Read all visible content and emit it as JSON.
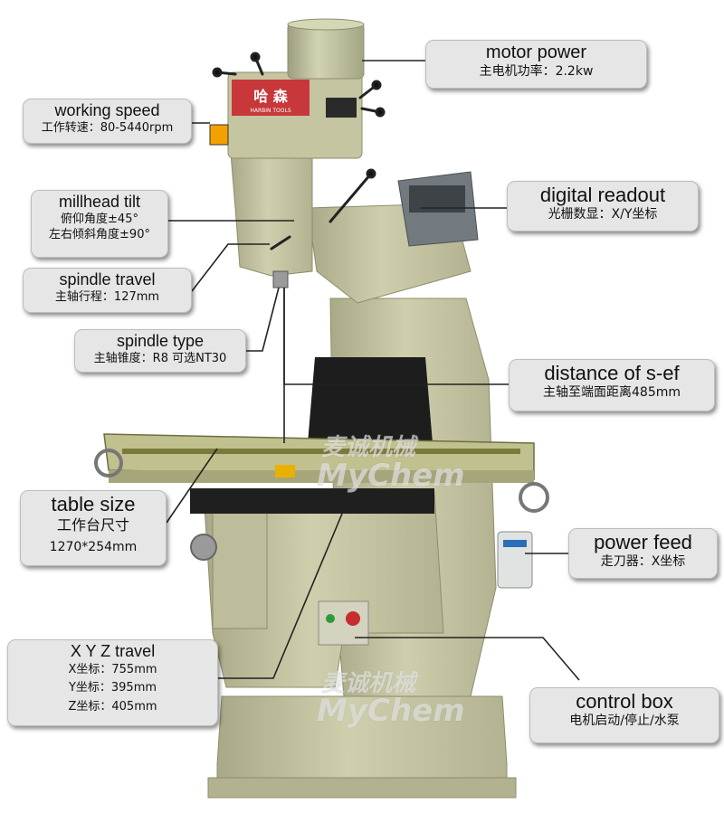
{
  "callouts": {
    "motor_power": {
      "title": "motor power",
      "sub": "主电机功率：2.2kw"
    },
    "working_speed": {
      "title": "working speed",
      "sub": "工作转速：80-5440rpm"
    },
    "millhead_tilt": {
      "title": "millhead tilt",
      "sub1": "俯仰角度±45°",
      "sub2": "左右倾斜角度±90°"
    },
    "spindle_travel": {
      "title": "spindle travel",
      "sub": "主轴行程：127mm"
    },
    "spindle_type": {
      "title": "spindle type",
      "sub": "主轴锥度：R8 可选NT30"
    },
    "digital_readout": {
      "title": "digital readout",
      "sub": "光栅数显：X/Y坐标"
    },
    "distance": {
      "title": "distance of s-ef",
      "sub": "主轴至端面距离485mm"
    },
    "table_size": {
      "title": "table size",
      "sub1": "工作台尺寸",
      "sub2": "1270*254mm"
    },
    "power_feed": {
      "title": "power feed",
      "sub": "走刀器：X坐标"
    },
    "xyz_travel": {
      "title": "X Y Z travel",
      "x": "X坐标：755mm",
      "y": "Y坐标：395mm",
      "z": "Z坐标：405mm"
    },
    "control_box": {
      "title": "control box",
      "sub": "电机启动/停止/水泵"
    }
  },
  "machine": {
    "head_label": "哈 森",
    "head_sublabel": "HARBIN TOOLS"
  },
  "watermarks": {
    "cn": "麦诚机械",
    "en": "MyChem"
  },
  "colors": {
    "machine_body": "#c9c9a6",
    "machine_shadow": "#a7a785",
    "head_red": "#c8383a",
    "callout_bg": "#e6e6e6",
    "leader": "#222222"
  }
}
